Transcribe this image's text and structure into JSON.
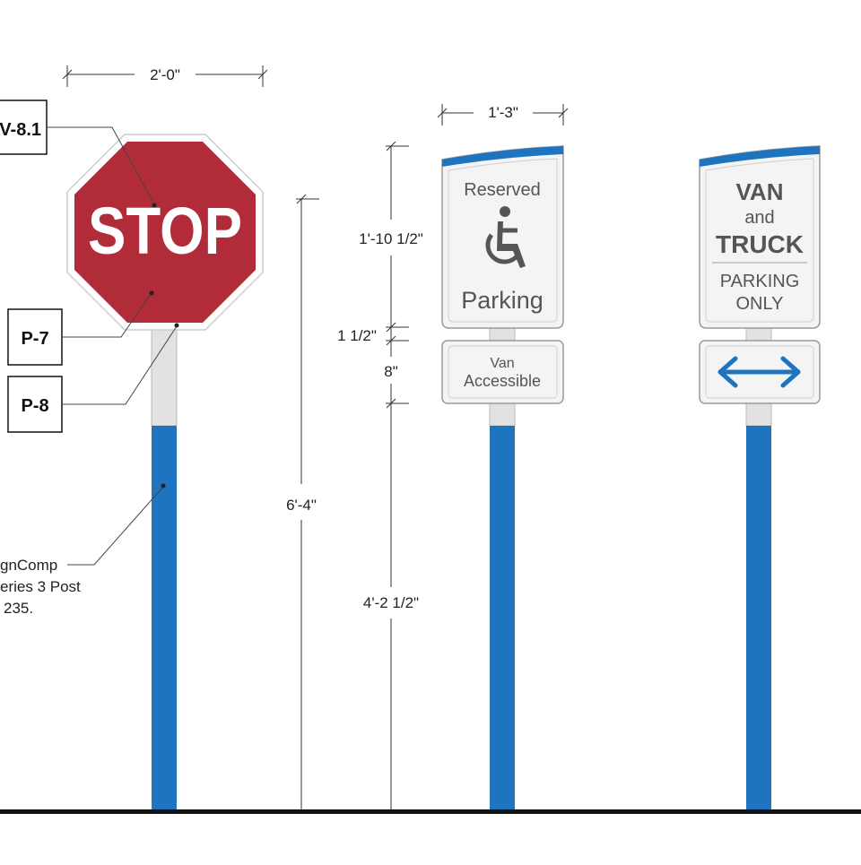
{
  "dimensions": {
    "stop_width": "2'-0\"",
    "sign_width": "1'-3\"",
    "panel_height": "1'-10 1/2\"",
    "gap": "1 1/2\"",
    "plaque_height": "8\"",
    "total_height": "6'-4\"",
    "ground_clearance": "4'-2 1/2\""
  },
  "callouts": {
    "top": "V-8.1",
    "p7": "P-7",
    "p8": "P-8",
    "post_note": [
      "gnComp",
      "eries 3 Post",
      "235."
    ]
  },
  "stop_sign": {
    "text": "STOP"
  },
  "reserved_sign": {
    "top_text": "Reserved",
    "bottom_text": "Parking",
    "plaque_line1": "Van",
    "plaque_line2": "Accessible"
  },
  "van_sign": {
    "line1": "VAN",
    "line2": "and",
    "line3": "TRUCK",
    "line4": "PARKING",
    "line5": "ONLY"
  },
  "colors": {
    "stop_red": "#b22b38",
    "post_blue": "#1f74bf",
    "arrow_blue": "#1f74bf",
    "sign_text": "#555555",
    "dim_line": "#333333"
  },
  "icons": [
    "wheelchair-icon",
    "double-arrow-icon"
  ]
}
